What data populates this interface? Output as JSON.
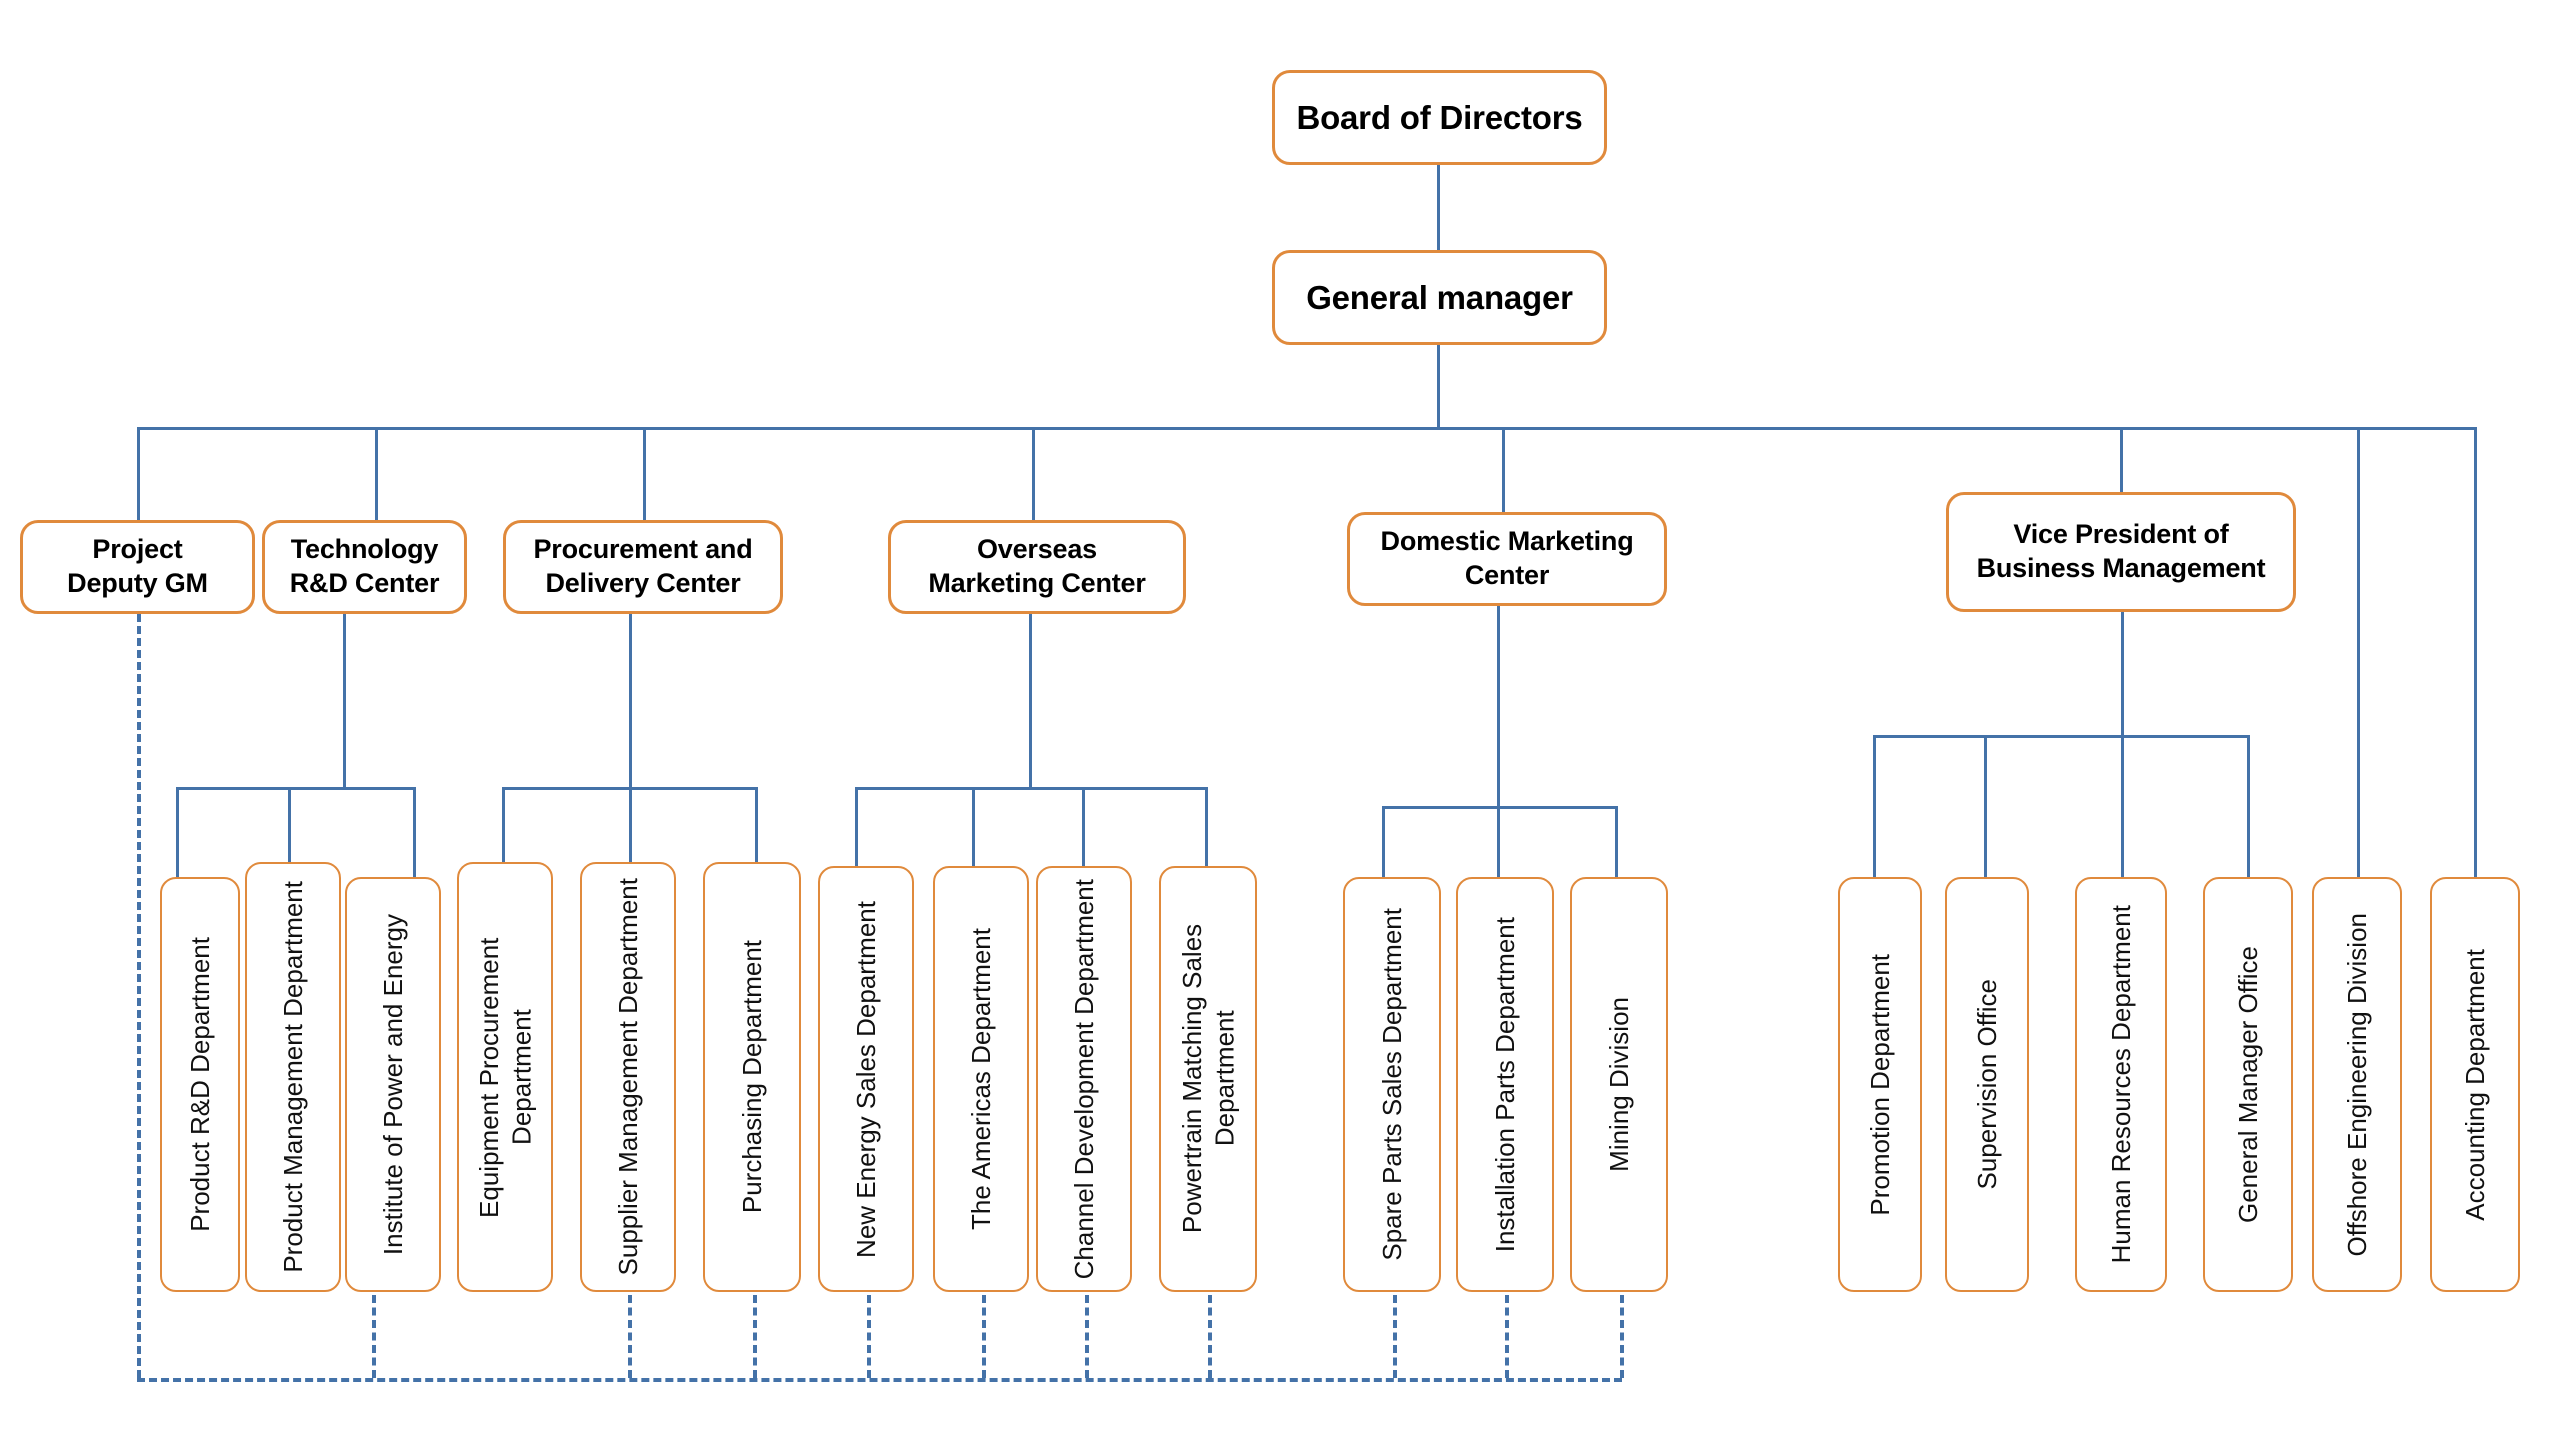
{
  "chart_data": {
    "type": "diagram",
    "diagram_kind": "organization-chart",
    "title": "",
    "colors": {
      "node_border": "#E08A3C",
      "node_fill": "#FFFFFF",
      "connector": "#4472A8",
      "text": "#000000",
      "background": "#FFFFFF"
    },
    "legend": [],
    "levels": [
      {
        "level": 0,
        "nodes": [
          "Board of Directors"
        ]
      },
      {
        "level": 1,
        "nodes": [
          "General manager"
        ]
      },
      {
        "level": 2,
        "nodes": [
          "Project Deputy GM",
          "Technology R&D Center",
          "Procurement and Delivery Center",
          "Overseas Marketing Center",
          "Domestic Marketing Center",
          "Vice President of Business Management",
          "Offshore Engineering Division",
          "Accounting Department"
        ]
      },
      {
        "level": 3,
        "nodes": [
          "Product R&D Department",
          "Product Management Department",
          "Institute of Power and Energy",
          "Equipment Procurement Department",
          "Supplier Management Department",
          "Purchasing Department",
          "New Energy Sales Department",
          "The Americas Department",
          "Channel Development Department",
          "Powertrain Matching Sales Department",
          "Spare Parts Sales Department",
          "Installation Parts Department",
          "Mining Division",
          "Promotion Department",
          "Supervision Office",
          "Human Resources Department",
          "General Manager Office"
        ]
      }
    ],
    "edges": [
      {
        "from": "Board of Directors",
        "to": "General manager",
        "style": "solid"
      },
      {
        "from": "General manager",
        "to": "Project Deputy GM",
        "style": "solid"
      },
      {
        "from": "General manager",
        "to": "Technology R&D Center",
        "style": "solid"
      },
      {
        "from": "General manager",
        "to": "Procurement and Delivery Center",
        "style": "solid"
      },
      {
        "from": "General manager",
        "to": "Overseas Marketing Center",
        "style": "solid"
      },
      {
        "from": "General manager",
        "to": "Domestic Marketing Center",
        "style": "solid"
      },
      {
        "from": "General manager",
        "to": "Vice President of Business Management",
        "style": "solid"
      },
      {
        "from": "General manager",
        "to": "Offshore Engineering Division",
        "style": "solid"
      },
      {
        "from": "General manager",
        "to": "Accounting Department",
        "style": "solid"
      },
      {
        "from": "Technology R&D Center",
        "to": "Product R&D Department",
        "style": "solid"
      },
      {
        "from": "Technology R&D Center",
        "to": "Product Management Department",
        "style": "solid"
      },
      {
        "from": "Technology R&D Center",
        "to": "Institute of Power and Energy",
        "style": "solid"
      },
      {
        "from": "Procurement and Delivery Center",
        "to": "Equipment Procurement Department",
        "style": "solid"
      },
      {
        "from": "Procurement and Delivery Center",
        "to": "Supplier Management Department",
        "style": "solid"
      },
      {
        "from": "Procurement and Delivery Center",
        "to": "Purchasing Department",
        "style": "solid"
      },
      {
        "from": "Overseas Marketing Center",
        "to": "New Energy Sales Department",
        "style": "solid"
      },
      {
        "from": "Overseas Marketing Center",
        "to": "The Americas Department",
        "style": "solid"
      },
      {
        "from": "Overseas Marketing Center",
        "to": "Channel Development Department",
        "style": "solid"
      },
      {
        "from": "Overseas Marketing Center",
        "to": "Powertrain Matching Sales Department",
        "style": "solid"
      },
      {
        "from": "Domestic Marketing Center",
        "to": "Spare Parts Sales Department",
        "style": "solid"
      },
      {
        "from": "Domestic Marketing Center",
        "to": "Installation Parts Department",
        "style": "solid"
      },
      {
        "from": "Domestic Marketing Center",
        "to": "Mining Division",
        "style": "solid"
      },
      {
        "from": "Vice President of Business Management",
        "to": "Promotion Department",
        "style": "solid"
      },
      {
        "from": "Vice President of Business Management",
        "to": "Supervision Office",
        "style": "solid"
      },
      {
        "from": "Vice President of Business Management",
        "to": "Human Resources Department",
        "style": "solid"
      },
      {
        "from": "Vice President of Business Management",
        "to": "General Manager Office",
        "style": "solid"
      },
      {
        "from": "Project Deputy GM",
        "to": "Product R&D Department",
        "style": "dashed"
      },
      {
        "from": "Project Deputy GM",
        "to": "Institute of Power and Energy",
        "style": "dashed"
      },
      {
        "from": "Project Deputy GM",
        "to": "Supplier Management Department",
        "style": "dashed"
      },
      {
        "from": "Project Deputy GM",
        "to": "Purchasing Department",
        "style": "dashed"
      },
      {
        "from": "Project Deputy GM",
        "to": "New Energy Sales Department",
        "style": "dashed"
      },
      {
        "from": "Project Deputy GM",
        "to": "The Americas Department",
        "style": "dashed"
      },
      {
        "from": "Project Deputy GM",
        "to": "Channel Development Department",
        "style": "dashed"
      },
      {
        "from": "Project Deputy GM",
        "to": "Powertrain Matching Sales Department",
        "style": "dashed"
      },
      {
        "from": "Project Deputy GM",
        "to": "Spare Parts Sales Department",
        "style": "dashed"
      },
      {
        "from": "Project Deputy GM",
        "to": "Installation Parts Department",
        "style": "dashed"
      },
      {
        "from": "Project Deputy GM",
        "to": "Mining Division",
        "style": "dashed"
      }
    ]
  },
  "nodes": {
    "board_of_directors": "Board of Directors",
    "general_manager": "General manager",
    "project_deputy_gm": "Project\nDeputy GM",
    "technology_rd_center": "Technology\nR&D Center",
    "procurement_delivery_center": "Procurement and\nDelivery Center",
    "overseas_marketing_center": "Overseas\nMarketing Center",
    "domestic_marketing_center": "Domestic Marketing\nCenter",
    "vp_business_management": "Vice President of\nBusiness Management",
    "product_rd_department": "Product R&D Department",
    "product_management_department": "Product Management Department",
    "institute_power_energy": "Institute of Power and Energy",
    "equipment_procurement_department": "Equipment Procurement Department",
    "supplier_management_department": "Supplier Management Department",
    "purchasing_department": "Purchasing Department",
    "new_energy_sales_department": "New Energy Sales Department",
    "the_americas_department": "The Americas Department",
    "channel_development_department": "Channel Development Department",
    "powertrain_matching_sales_department": "Powertrain Matching Sales Department",
    "spare_parts_sales_department": "Spare Parts Sales Department",
    "installation_parts_department": "Installation Parts Department",
    "mining_division": "Mining Division",
    "promotion_department": "Promotion Department",
    "supervision_office": "Supervision Office",
    "human_resources_department": "Human Resources Department",
    "general_manager_office": "General Manager Office",
    "offshore_engineering_division": "Offshore Engineering Division",
    "accounting_department": "Accounting Department"
  }
}
